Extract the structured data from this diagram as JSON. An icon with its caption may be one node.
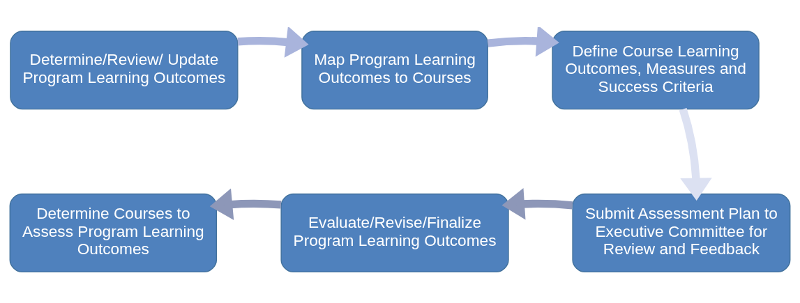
{
  "diagram": {
    "nodes": [
      {
        "text": [
          "Determine/Review/ Update Program Learning Outcomes"
        ]
      },
      {
        "text": [
          "Map Program Learning Outcomes to Courses"
        ]
      },
      {
        "text": [
          "Define Course Learning Outcomes, Measures and Success Criteria"
        ]
      },
      {
        "text": [
          "Submit Assessment Plan to Executive Committee for Review and Feedback"
        ]
      },
      {
        "text": [
          "Evaluate/Revise/Finalize Program Learning Outcomes"
        ]
      },
      {
        "text": [
          "Determine Courses to Assess Program Learning Outcomes"
        ]
      }
    ],
    "edges": [
      {
        "from": 0,
        "to": 1,
        "arrow": "to",
        "color": "#a9b4dc"
      },
      {
        "from": 1,
        "to": 2,
        "arrow": "to",
        "color": "#a9b4dc"
      },
      {
        "from": 2,
        "to": 3,
        "arrow": "to",
        "color": "#dce1f2"
      },
      {
        "from": 3,
        "to": 4,
        "arrow": "to",
        "color": "#8d97b8"
      },
      {
        "from": 4,
        "to": 5,
        "arrow": "to",
        "color": "#8d97b8"
      }
    ]
  }
}
